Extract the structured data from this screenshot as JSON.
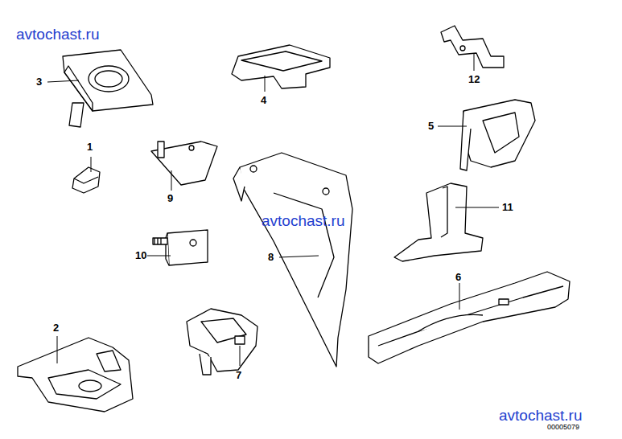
{
  "diagram": {
    "labels": [
      "avtochast.ru",
      "3",
      "4",
      "12",
      "1",
      "5",
      "9",
      "avtochast.ru",
      "11",
      "10",
      "8",
      "6",
      "2",
      "7",
      "avtochast.ru",
      "00005079"
    ]
  }
}
